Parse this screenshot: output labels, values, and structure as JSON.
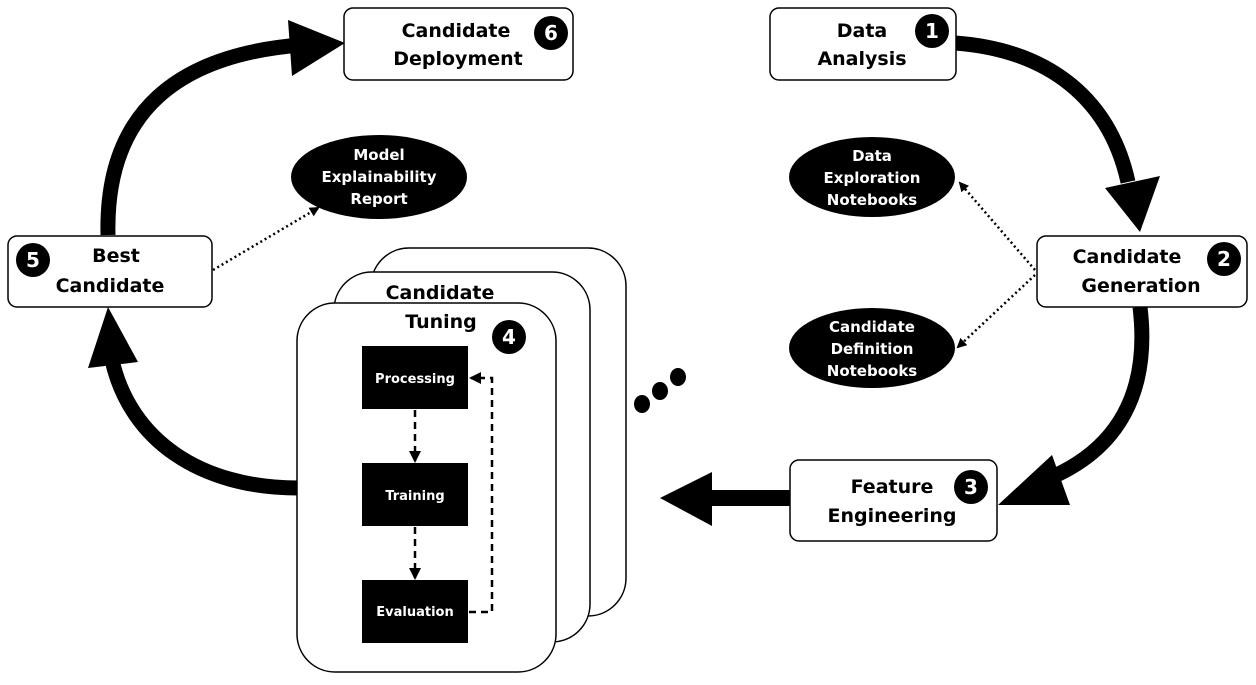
{
  "steps": {
    "data_analysis": {
      "number": "1",
      "lines": [
        "Data",
        "Analysis"
      ]
    },
    "candidate_generation": {
      "number": "2",
      "lines": [
        "Candidate",
        "Generation"
      ]
    },
    "feature_engineering": {
      "number": "3",
      "lines": [
        "Feature",
        "Engineering"
      ]
    },
    "candidate_tuning": {
      "number": "4",
      "lines": [
        "Candidate",
        "Tuning"
      ]
    },
    "best_candidate": {
      "number": "5",
      "lines": [
        "Best",
        "Candidate"
      ]
    },
    "candidate_deployment": {
      "number": "6",
      "lines": [
        "Candidate",
        "Deployment"
      ]
    }
  },
  "artifacts": {
    "data_exploration": [
      "Data",
      "Exploration",
      "Notebooks"
    ],
    "candidate_definition": [
      "Candidate",
      "Definition",
      "Notebooks"
    ],
    "model_explainability": [
      "Model",
      "Explainability",
      "Report"
    ]
  },
  "tuning_stages": {
    "processing": "Processing",
    "training": "Training",
    "evaluation": "Evaluation"
  },
  "colors": {
    "ink": "#000000",
    "paper": "#ffffff"
  }
}
